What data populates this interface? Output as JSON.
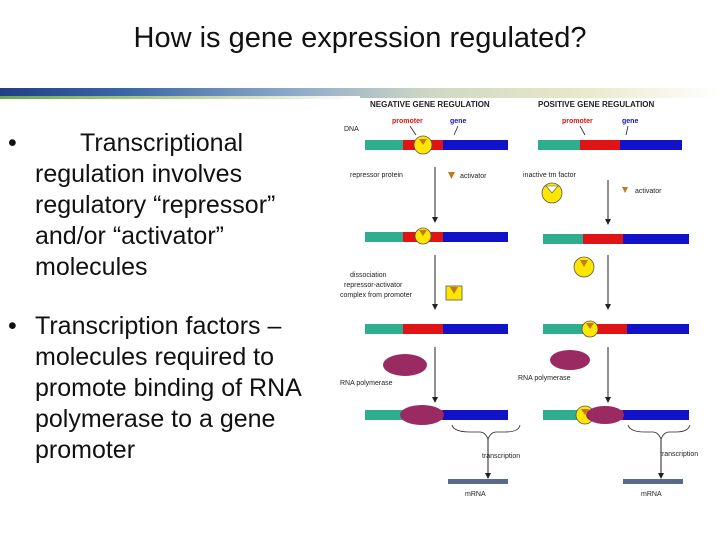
{
  "slide": {
    "title": "How is gene expression regulated?",
    "bullets": [
      {
        "symbol": "•",
        "text": "Transcriptional regulation involves regulatory “repressor” and/or “activator” molecules"
      },
      {
        "symbol": "•",
        "text": "Transcription factors – molecules required to promote binding of RNA polymerase to a gene promoter"
      }
    ]
  },
  "diagram": {
    "negative_heading": "NEGATIVE GENE REGULATION",
    "positive_heading": "POSITIVE GENE REGULATION",
    "dna_label": "DNA",
    "promoter_label": "promoter",
    "gene_label": "gene",
    "repressor_protein": "repressor protein",
    "activator": "activator",
    "inactive_tm_factor": "inactive tm factor",
    "dissociation_line1": "dissociation",
    "dissociation_line2": "repressor-activator",
    "dissociation_line3": "complex from promoter",
    "rna_polymerase": "RNA polymerase",
    "transcription": "transcription",
    "mrna": "mRNA",
    "colors": {
      "green_segment": "#2fae8f",
      "promoter": "#e01414",
      "gene": "#1212c8",
      "regulator": "#ffe600",
      "polymerase": "#9a2a62",
      "mrna": "#5a6a8a",
      "promoter_label": "#e01414",
      "gene_label": "#1212c8"
    }
  }
}
